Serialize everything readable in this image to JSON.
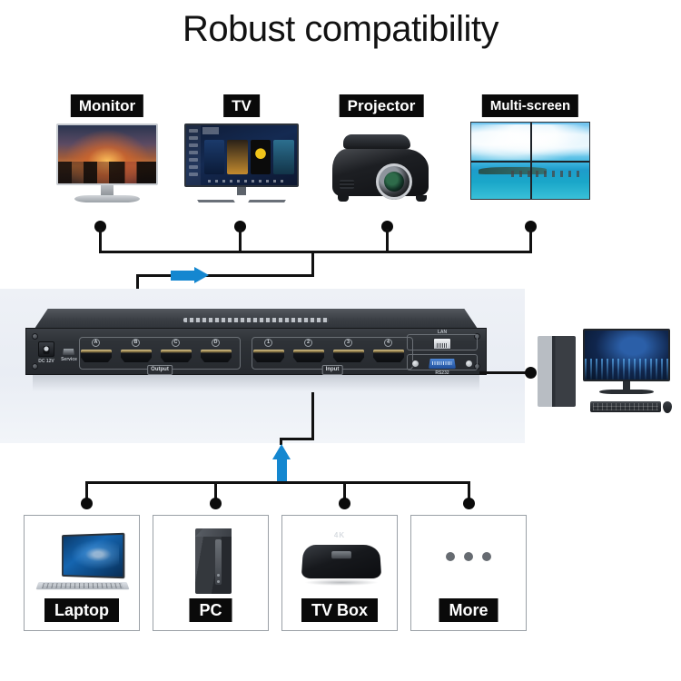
{
  "page": {
    "title": "Robust compatibility",
    "background_color": "#ffffff",
    "accent_color": "#1487d0",
    "line_color": "#111111",
    "panel_color": "#eef1f6"
  },
  "outputs": {
    "section_label": "Output",
    "devices": [
      {
        "label": "Monitor",
        "icon": "computer-monitor-icon"
      },
      {
        "label": "TV",
        "icon": "television-icon"
      },
      {
        "label": "Projector",
        "icon": "projector-icon"
      },
      {
        "label": "Multi-screen",
        "icon": "video-wall-icon"
      }
    ]
  },
  "sources": {
    "section_label": "Input",
    "devices": [
      {
        "label": "Laptop",
        "icon": "laptop-icon"
      },
      {
        "label": "PC",
        "icon": "desktop-tower-icon"
      },
      {
        "label": "TV Box",
        "icon": "tv-box-icon",
        "badge": "4K"
      },
      {
        "label": "More",
        "icon": "ellipsis-icon"
      }
    ]
  },
  "device": {
    "name": "hdmi-matrix-switch",
    "power_label": "DC 12V",
    "service_label": "Service",
    "output_group_label": "Output",
    "input_group_label": "Input",
    "output_ports": [
      "A",
      "B",
      "C",
      "D"
    ],
    "input_ports": [
      "1",
      "2",
      "3",
      "4"
    ],
    "lan_label": "LAN",
    "serial_label": "RS232"
  },
  "control_pc": {
    "label": "control-pc",
    "icon": "desktop-computer-icon"
  },
  "arrows": {
    "output_arrow": "arrow-right",
    "input_arrow": "arrow-up",
    "color": "#1487d0"
  }
}
